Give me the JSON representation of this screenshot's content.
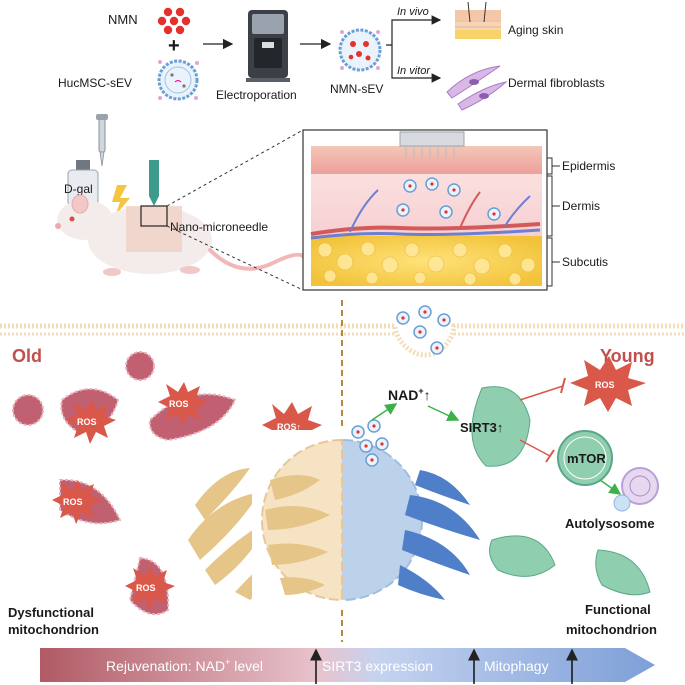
{
  "top": {
    "nmn": "NMN",
    "plus": "+",
    "hucmsc": "HucMSC-sEV",
    "electroporation": "Electroporation",
    "nmn_sev": "NMN-sEV",
    "in_vivo": "In vivo",
    "in_vitro": "In vitor",
    "aging_skin": "Aging skin",
    "dermal_fibroblasts": "Dermal fibroblasts"
  },
  "middle": {
    "dgal": "D-gal",
    "nano_microneedle": "Nano-microneedle",
    "epidermis": "Epidermis",
    "dermis": "Dermis",
    "subcutis": "Subcutis"
  },
  "bottom": {
    "old": "Old",
    "young": "Young",
    "ros": "ROS",
    "ros_up": "ROS↑",
    "nad_main": "NAD",
    "nad_sup": "+",
    "nad_arrow": "↑",
    "sirt3": "SIRT3↑",
    "mtor": "mTOR",
    "autolysosome": "Autolysosome",
    "dysfunctional_1": "Dysfunctional",
    "dysfunctional_2": "mitochondrion",
    "functional_1": "Functional",
    "functional_2": "mitochondrion"
  },
  "banner": {
    "part1": "Rejuvenation: NAD",
    "sup": "+",
    "part2": " level",
    "part3": "SIRT3 expression",
    "part4": "Mitophagy"
  },
  "colors": {
    "old_label": "#c0504d",
    "young_label": "#c0504d",
    "ros_star": "#d9584a",
    "banner_left": "#b5606a",
    "banner_right": "#7d9fd8",
    "old_cell": "#f6e3c4",
    "young_cell": "#bcd2ea",
    "mito_green": "#8fcfb0",
    "mito_red": "#c06070"
  }
}
